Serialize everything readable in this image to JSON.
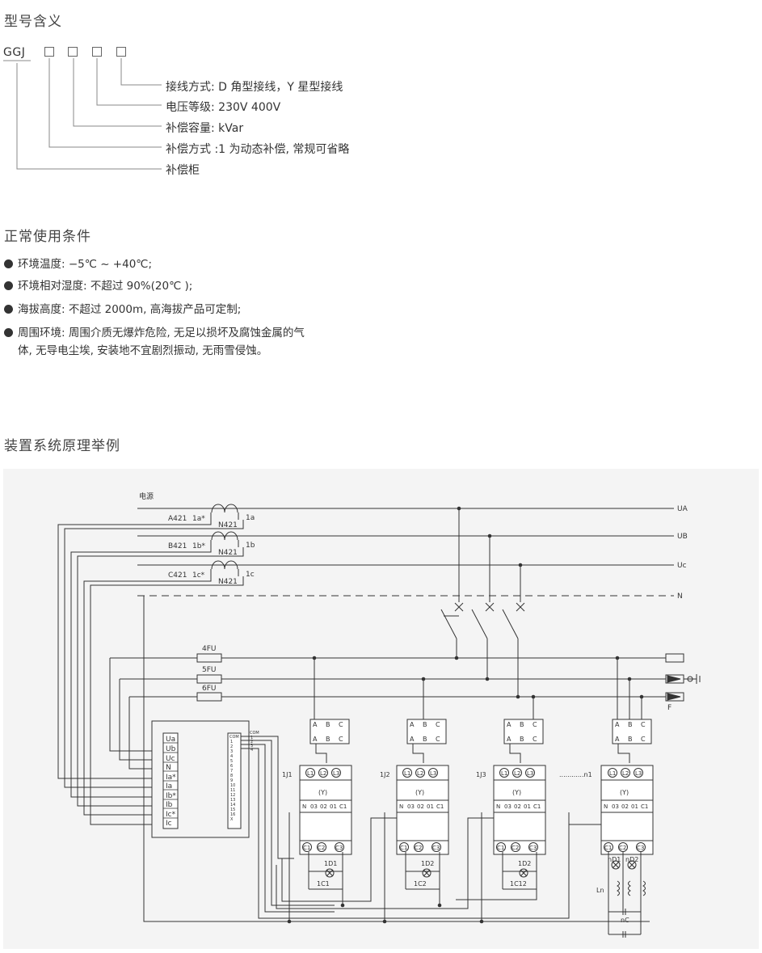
{
  "model": {
    "heading": "型号含义",
    "code": "GGJ",
    "boxes": [
      "□",
      "□",
      "□",
      "□"
    ],
    "meanings": [
      "接线方式: D 角型接线，Y 星型接线",
      "电压等级: 230V 400V",
      "补偿容量: kVar",
      "补偿方式 :1 为动态补偿, 常规可省略",
      "补偿柜"
    ]
  },
  "conditions": {
    "heading": "正常使用条件",
    "items": [
      {
        "line1": "环境温度: −5℃ ~ +40℃;",
        "line2": ""
      },
      {
        "line1": "环境相对湿度: 不超过 90%(20℃ );",
        "line2": ""
      },
      {
        "line1": "海拔高度: 不超过 2000m, 高海拔产品可定制;",
        "line2": ""
      },
      {
        "line1": "周围环境: 周围介质无爆炸危险, 无足以损坏及腐蚀金属的气",
        "line2": "体, 无导电尘埃, 安装地不宜剧烈振动, 无雨雪侵蚀。"
      }
    ]
  },
  "diagram": {
    "heading": "装置系统原理举例",
    "power_label": "电源",
    "buses": [
      "UA",
      "UB",
      "Uc",
      "N"
    ],
    "ct_rows": [
      {
        "source": "A421",
        "primary": "1a*",
        "secondary": "1a",
        "n_label": "N421"
      },
      {
        "source": "B421",
        "primary": "1b*",
        "secondary": "1b",
        "n_label": "N421"
      },
      {
        "source": "C421",
        "primary": "1c*",
        "secondary": "1c",
        "n_label": "N421"
      }
    ],
    "fuses": [
      "4FU",
      "5FU",
      "6FU"
    ],
    "ground_label": "F",
    "controller_inputs": [
      "Ua",
      "Ub",
      "Uc",
      "N",
      "Ia*",
      "Ia",
      "Ib*",
      "Ib",
      "Ic*",
      "Ic"
    ],
    "controller_outputs": [
      "COM",
      "1",
      "2",
      "3",
      "4",
      "5",
      "6",
      "7",
      "8",
      "9",
      "10",
      "11",
      "12",
      "13",
      "14",
      "15",
      "16",
      "X"
    ],
    "out_terminals": [
      "COM",
      "1",
      "2",
      "3",
      "4"
    ],
    "fuse_block": {
      "top": [
        "A",
        "B",
        "C"
      ],
      "bottom": [
        "A",
        "B",
        "C"
      ]
    },
    "modules": [
      {
        "name": "1J1",
        "d": "1D1",
        "c": "1C1"
      },
      {
        "name": "1J2",
        "d": "1D2",
        "c": "1C2"
      },
      {
        "name": "1J3",
        "d": "1D2",
        "c": "1C12"
      },
      {
        "name": "............n1",
        "d": "nD1",
        "d2": "nD2",
        "c": "nC",
        "ln": "Ln"
      }
    ],
    "module_text": {
      "lines": [
        "L1",
        "L2",
        "L3"
      ],
      "mode": "(Y)",
      "terminals": [
        "N",
        "03",
        "02",
        "01",
        "C1"
      ],
      "caps": [
        "C1",
        "C2",
        "C3"
      ]
    }
  }
}
